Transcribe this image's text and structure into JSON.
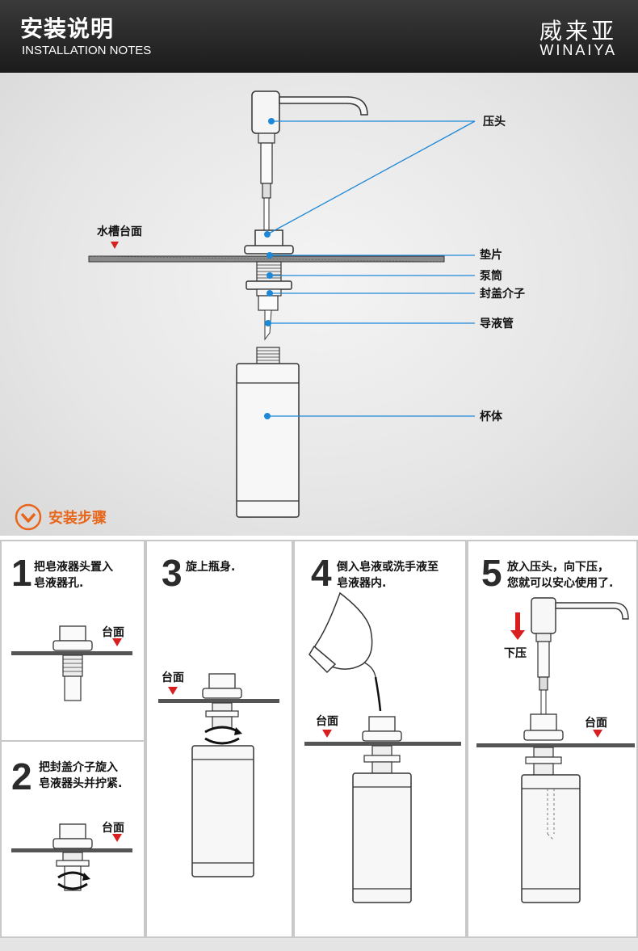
{
  "header": {
    "title": "安装说明",
    "subtitle": "INSTALLATION NOTES",
    "brand_cn": "威来亚",
    "brand_en": "WINAIYA"
  },
  "diagram": {
    "sink_label": "水槽台面",
    "callouts": {
      "press_head": "压头",
      "gasket": "垫片",
      "pump_tube": "泵筒",
      "sealing_nut": "封盖介子",
      "liquid_tube": "导液管",
      "bottle": "杯体"
    }
  },
  "steps_section": {
    "title": "安装步骤"
  },
  "steps": [
    {
      "num": "1",
      "line1": "把皂液器头置入",
      "line2": "皂液器孔.",
      "counter_label": "台面"
    },
    {
      "num": "2",
      "line1": "把封盖介子旋入",
      "line2": "皂液器头并拧紧.",
      "counter_label": "台面"
    },
    {
      "num": "3",
      "line1": "旋上瓶身.",
      "line2": "",
      "counter_label": "台面"
    },
    {
      "num": "4",
      "line1": "倒入皂液或洗手液至",
      "line2": "皂液器内.",
      "counter_label": "台面"
    },
    {
      "num": "5",
      "line1": "放入压头，向下压，",
      "line2": "您就可以安心使用了.",
      "counter_label": "台面",
      "press_label": "下压"
    }
  ],
  "colors": {
    "accent_orange": "#e8661a",
    "callout_blue": "#1e88d8",
    "arrow_red": "#d81e1e"
  }
}
